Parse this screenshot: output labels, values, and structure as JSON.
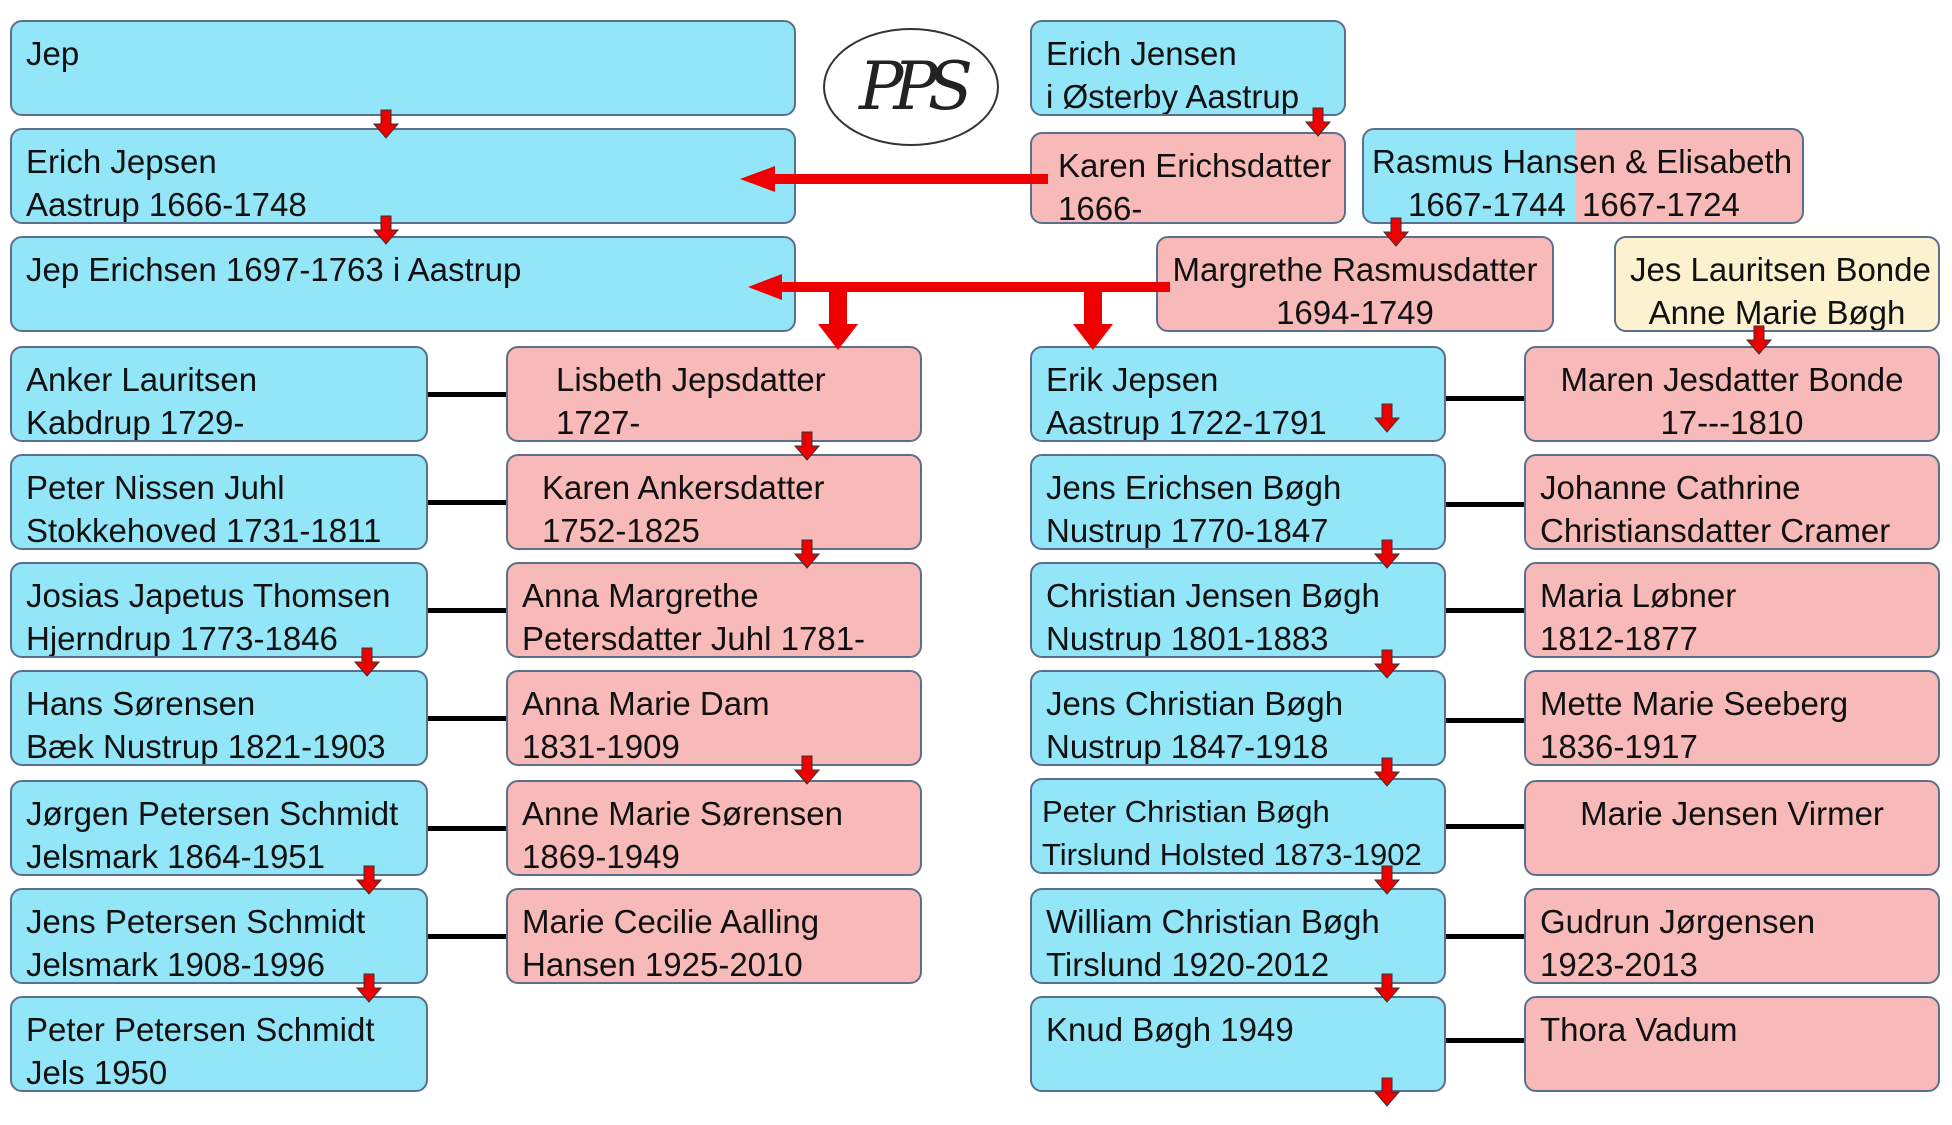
{
  "logo": {
    "text": "PPS"
  },
  "boxes": {
    "jep": {
      "l1": "Jep"
    },
    "erich_jepsen": {
      "l1": "Erich Jepsen",
      "l2": "Aastrup 1666-1748"
    },
    "jep_erichsen": {
      "l1": "Jep Erichsen 1697-1763 i Aastrup"
    },
    "erich_jensen": {
      "l1": "Erich Jensen",
      "l2": "i Østerby Aastrup"
    },
    "karen_erichsdatter": {
      "l1": "Karen Erichsdatter",
      "l2": "1666-"
    },
    "rasmus_hansen": {
      "l1": "Rasmus Hansen & Elisabeth",
      "l2a": "1667-1744",
      "l2b": "1667-1724"
    },
    "margrethe": {
      "l1": "Margrethe Rasmusdatter",
      "l2": "1694-1749"
    },
    "jes_lauritsen": {
      "l1": "Jes Lauritsen Bonde",
      "l2": "Anne Marie Bøgh"
    },
    "anker": {
      "l1": "Anker Lauritsen",
      "l2": "Kabdrup 1729-"
    },
    "lisbeth": {
      "l1": "Lisbeth Jepsdatter",
      "l2": "1727-"
    },
    "peter_nissen": {
      "l1": "Peter Nissen Juhl",
      "l2": "Stokkehoved 1731-1811"
    },
    "karen_ankers": {
      "l1": "Karen Ankersdatter",
      "l2": "1752-1825"
    },
    "josias": {
      "l1": "Josias Japetus Thomsen",
      "l2": "Hjerndrup 1773-1846"
    },
    "anna_margrethe": {
      "l1": "Anna Margrethe",
      "l2": "Petersdatter Juhl 1781-"
    },
    "hans_sorensen": {
      "l1": "Hans Sørensen",
      "l2": "Bæk Nustrup 1821-1903"
    },
    "anna_marie_dam": {
      "l1": "Anna Marie Dam",
      "l2": "1831-1909"
    },
    "jorgen": {
      "l1": "Jørgen Petersen Schmidt",
      "l2": "Jelsmark 1864-1951"
    },
    "anne_marie_s": {
      "l1": "Anne Marie Sørensen",
      "l2": "1869-1949"
    },
    "jens_petersen": {
      "l1": "Jens Petersen Schmidt",
      "l2": "Jelsmark 1908-1996"
    },
    "marie_cecilie": {
      "l1": "Marie Cecilie Aalling",
      "l2": "Hansen 1925-2010"
    },
    "peter_petersen": {
      "l1": "Peter Petersen Schmidt",
      "l2": "Jels 1950"
    },
    "erik_jepsen": {
      "l1": "Erik Jepsen",
      "l2": "Aastrup 1722-1791"
    },
    "maren": {
      "l1": "Maren Jesdatter Bonde",
      "l2": "17---1810"
    },
    "jens_erichsen": {
      "l1": "Jens Erichsen Bøgh",
      "l2": "Nustrup 1770-1847"
    },
    "johanne": {
      "l1": "Johanne Cathrine",
      "l2": "Christiansdatter Cramer"
    },
    "christian_jensen": {
      "l1": "Christian Jensen Bøgh",
      "l2": "Nustrup 1801-1883"
    },
    "maria_lobner": {
      "l1": "Maria Løbner",
      "l2": "1812-1877"
    },
    "jens_christian": {
      "l1": "Jens Christian Bøgh",
      "l2": "Nustrup 1847-1918"
    },
    "mette_marie": {
      "l1": "Mette Marie Seeberg",
      "l2": "1836-1917"
    },
    "peter_christian": {
      "l1": "Peter Christian Bøgh",
      "l2": "Tirslund Holsted 1873-1902"
    },
    "marie_jensen": {
      "l1": "Marie Jensen Virmer"
    },
    "william": {
      "l1": "William Christian Bøgh",
      "l2": "Tirslund 1920-2012"
    },
    "gudrun": {
      "l1": "Gudrun Jørgensen",
      "l2": "1923-2013"
    },
    "knud": {
      "l1": "Knud Bøgh 1949"
    },
    "thora": {
      "l1": "Thora Vadum"
    }
  },
  "colors": {
    "male": "#93e6f8",
    "female": "#f8b9b9",
    "couple": "#fdf2cf",
    "arrow": "#ee0000",
    "connector": "#000000"
  }
}
